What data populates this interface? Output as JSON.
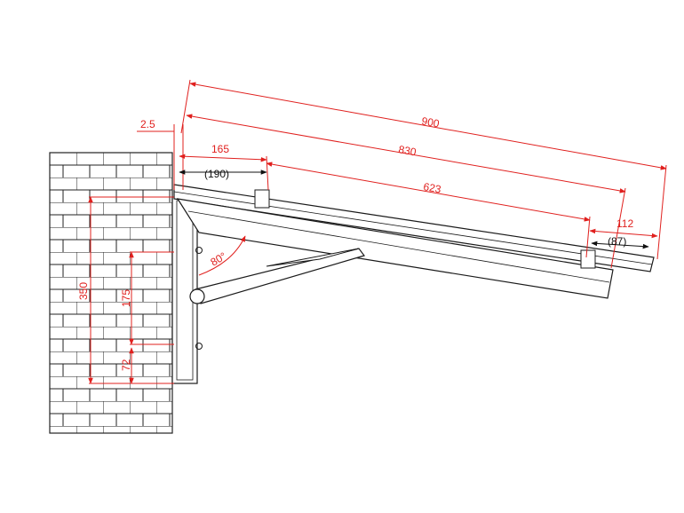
{
  "colors": {
    "dimension": "#e0201e",
    "structure": "#1a1a1a",
    "background": "#ffffff"
  },
  "dimensions": {
    "overall_length": "900",
    "rafter_length": "830",
    "wall_gap": "2.5",
    "first_segment": "165",
    "first_segment_ref": "(190)",
    "middle_segment": "623",
    "end_segment": "112",
    "end_segment_ref": "(87)",
    "bracket_height": "350",
    "arm_height": "175",
    "bottom_offset": "72",
    "angle": "80°"
  }
}
